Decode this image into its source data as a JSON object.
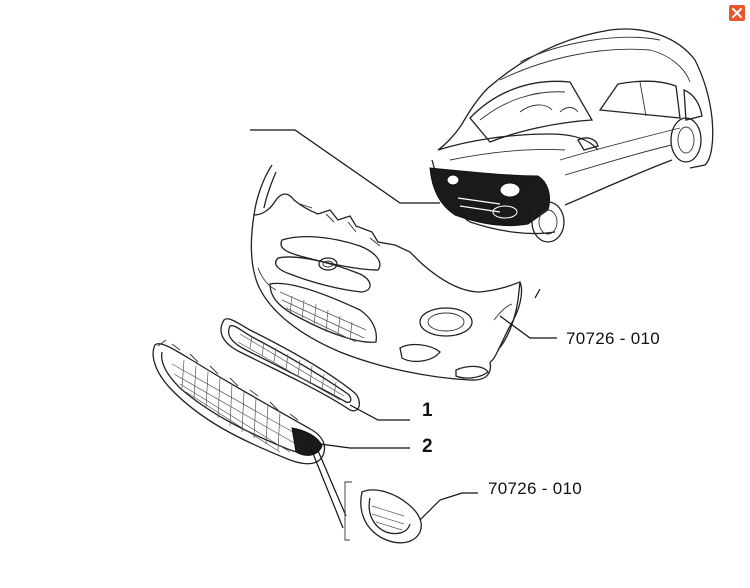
{
  "callouts": {
    "bumper_code": "70726 - 010",
    "upper_grille_number": "1",
    "lower_grille_number": "2",
    "fog_bezel_code": "70726 - 010"
  },
  "icons": {
    "close": "close-icon"
  },
  "colors": {
    "close_button": "#e8562a",
    "line": "#222222",
    "highlight_fill": "#1a1a1a"
  }
}
